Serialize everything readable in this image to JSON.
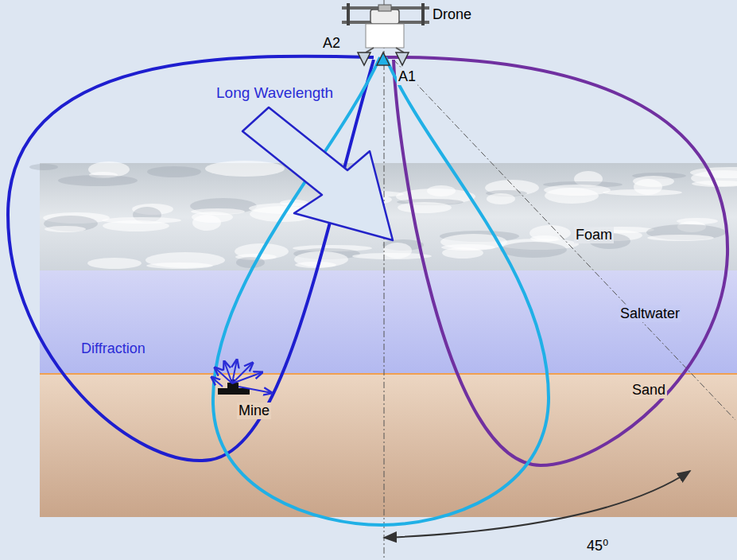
{
  "diagram": {
    "nodes": [
      {
        "text": [
          "Foam"
        ]
      },
      {
        "text": [
          "Saltwater"
        ]
      },
      {
        "text": [
          "Sand"
        ]
      }
    ],
    "labels": [
      "Drone",
      "A2",
      "A1",
      "Long Wavelength",
      "Diffraction",
      "Mine",
      "45⁰"
    ]
  }
}
